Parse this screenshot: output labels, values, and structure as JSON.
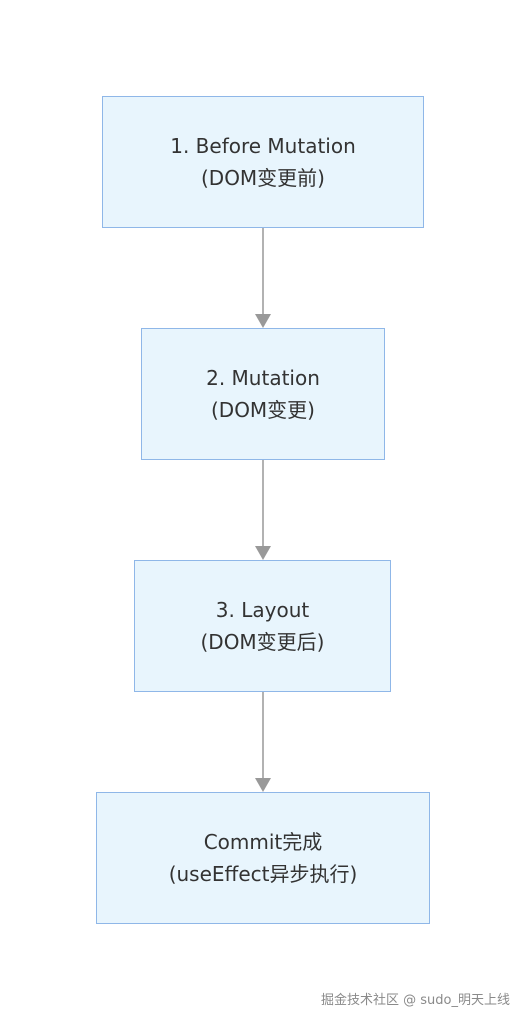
{
  "diagram": {
    "nodes": [
      {
        "id": "before-mutation",
        "line1": "1. Before Mutation",
        "line2": "(DOM变更前)"
      },
      {
        "id": "mutation",
        "line1": "2. Mutation",
        "line2": "(DOM变更)"
      },
      {
        "id": "layout",
        "line1": "3. Layout",
        "line2": "(DOM变更后)"
      },
      {
        "id": "commit-done",
        "line1": "Commit完成",
        "line2": "(useEffect异步执行)"
      }
    ],
    "edges": [
      {
        "from": "before-mutation",
        "to": "mutation"
      },
      {
        "from": "mutation",
        "to": "layout"
      },
      {
        "from": "layout",
        "to": "commit-done"
      }
    ],
    "colors": {
      "node_fill": "#e8f5fd",
      "node_border": "#8fb7e8",
      "edge": "#999999",
      "text": "#333333"
    }
  },
  "watermark": "掘金技术社区 @ sudo_明天上线"
}
